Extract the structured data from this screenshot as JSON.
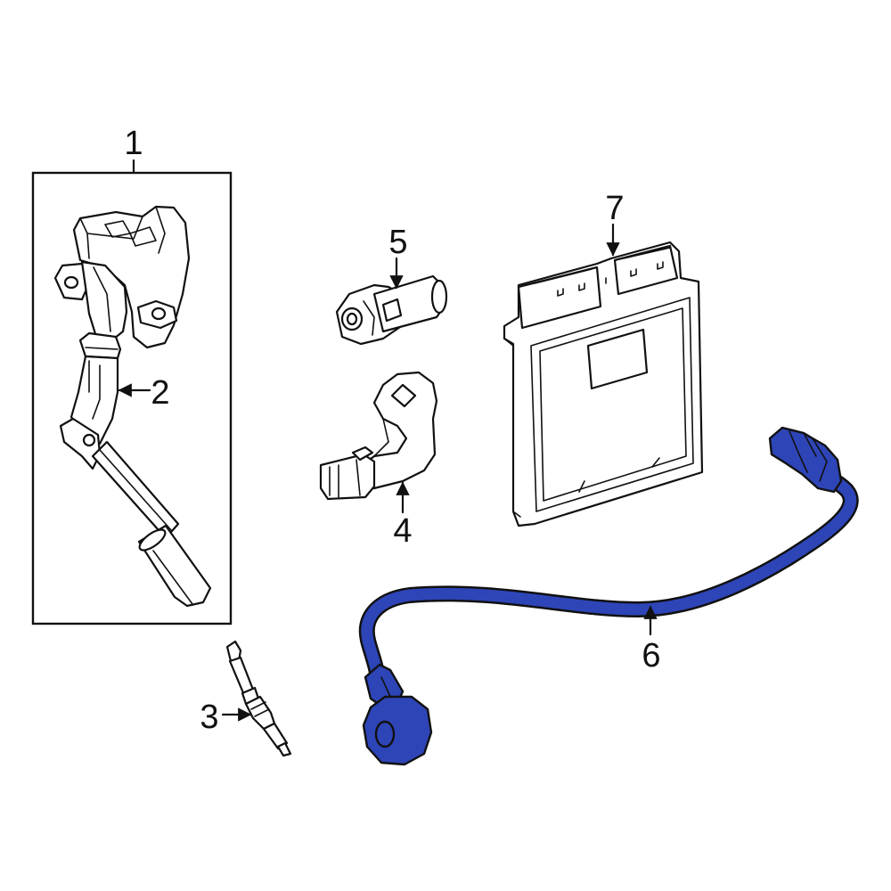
{
  "diagram": {
    "colors": {
      "highlight": "#2e45b8",
      "line": "#111111",
      "background": "#ffffff"
    },
    "callouts": {
      "c1": "1",
      "c2": "2",
      "c3": "3",
      "c4": "4",
      "c5": "5",
      "c6": "6",
      "c7": "7"
    },
    "highlighted_part": "6"
  }
}
